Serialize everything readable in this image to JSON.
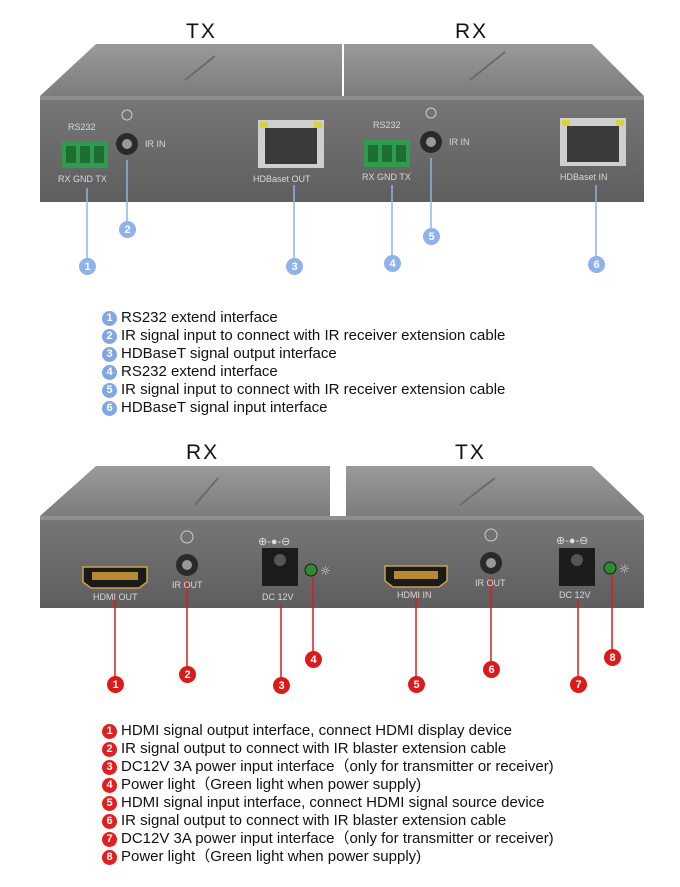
{
  "top": {
    "title_left": "TX",
    "title_right": "RX",
    "ports": {
      "rs232_left": "RS232",
      "rxgndtx_left": "RX GND TX",
      "irin_left": "IR IN",
      "hdbaset_out": "HDBaset OUT",
      "rs232_right": "RS232",
      "rxgndtx_right": "RX GND TX",
      "irin_right": "IR IN",
      "hdbaset_in": "HDBaset IN"
    },
    "markers": [
      "1",
      "2",
      "3",
      "4",
      "5",
      "6"
    ],
    "legend": [
      {
        "num": "1",
        "text": "RS232 extend interface"
      },
      {
        "num": "2",
        "text": "IR signal input to connect with IR receiver extension cable"
      },
      {
        "num": "3",
        "text": "HDBaseT signal output interface"
      },
      {
        "num": "4",
        "text": "RS232 extend interface"
      },
      {
        "num": "5",
        "text": "IR signal input to connect with IR receiver extension cable"
      },
      {
        "num": "6",
        "text": "HDBaseT signal input interface"
      }
    ]
  },
  "bottom": {
    "title_left": "RX",
    "title_right": "TX",
    "ports": {
      "hdmi_out": "HDMI OUT",
      "irout_left": "IR OUT",
      "dc_left": "DC 12V",
      "hdmi_in": "HDMI IN",
      "irout_right": "IR OUT",
      "dc_right": "DC 12V"
    },
    "markers": [
      "1",
      "2",
      "3",
      "4",
      "5",
      "6",
      "7",
      "8"
    ],
    "legend": [
      {
        "num": "1",
        "text": "HDMI signal output interface, connect HDMI display device"
      },
      {
        "num": "2",
        "text": "IR signal output to connect with IR blaster extension cable"
      },
      {
        "num": "3",
        "text": "DC12V 3A power input interface（only for transmitter or receiver)"
      },
      {
        "num": "4",
        "text": "Power light（Green light when power supply)"
      },
      {
        "num": "5",
        "text": "HDMI signal input interface, connect HDMI signal source device"
      },
      {
        "num": "6",
        "text": "IR signal output to connect with IR blaster extension cable"
      },
      {
        "num": "7",
        "text": "DC12V 3A power input interface（only for transmitter or receiver)"
      },
      {
        "num": "8",
        "text": "Power light（Green light when power supply)"
      }
    ]
  },
  "colors": {
    "blue_marker": "#7fa7e6",
    "red_marker": "#e02020",
    "device_face": "#6e6e6e",
    "device_top": "#8a8a8a",
    "power_led": "#2e8b2e",
    "terminal": "#2e9b4e"
  }
}
